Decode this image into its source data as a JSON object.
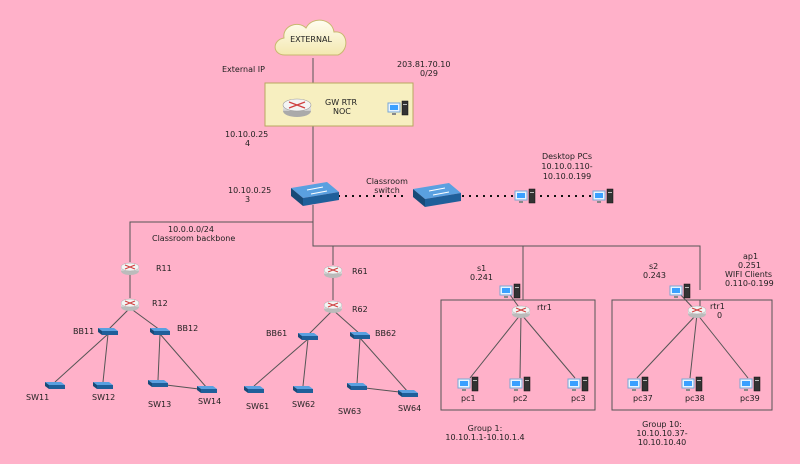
{
  "cloud": {
    "label": "EXTERNAL"
  },
  "gateway": {
    "external_ip_label": "External IP",
    "external_ip": [
      "203.81.70.10",
      "0/29"
    ],
    "name": [
      "GW RTR",
      "NOC"
    ],
    "internal_ip": [
      "10.10.0.25",
      "4"
    ]
  },
  "core_switch": {
    "ip": [
      "10.10.0.25",
      "3"
    ]
  },
  "classroom_switch": {
    "label": [
      "Classroom",
      "switch"
    ]
  },
  "desktops": {
    "label": [
      "Desktop PCs",
      "10.10.0.110-",
      "10.10.0.199"
    ]
  },
  "backbone": {
    "label": [
      "10.0.0.0/24",
      "Classroom backbone"
    ]
  },
  "left_tree": {
    "routers": [
      "R11",
      "R12"
    ],
    "bb": [
      "BB11",
      "BB12"
    ],
    "switches": [
      "SW11",
      "SW12",
      "SW13",
      "SW14"
    ]
  },
  "mid_tree": {
    "routers": [
      "R61",
      "R62"
    ],
    "bb": [
      "BB61",
      "BB62"
    ],
    "switches": [
      "SW61",
      "SW62",
      "SW63",
      "SW64"
    ]
  },
  "group1": {
    "server": [
      "s1",
      "0.241"
    ],
    "router": "rtr1",
    "pcs": [
      "pc1",
      "pc2",
      "pc3"
    ],
    "footer": [
      "Group 1:",
      "10.10.1.1-10.10.1.4"
    ]
  },
  "group10": {
    "server": [
      "s2",
      "0.243"
    ],
    "ap": [
      "ap1",
      "0.251",
      "WIFI Clients",
      "0.110-0.199"
    ],
    "router": [
      "rtr1",
      "0"
    ],
    "pcs": [
      "pc37",
      "pc38",
      "pc39"
    ],
    "footer": [
      "Group 10:",
      "10.10.10.37-",
      "10.10.10.40"
    ]
  },
  "colors": {
    "background": "#ffb1c9",
    "switch_blue": "#1f5f9a",
    "gw_box": "#f7efc0"
  }
}
